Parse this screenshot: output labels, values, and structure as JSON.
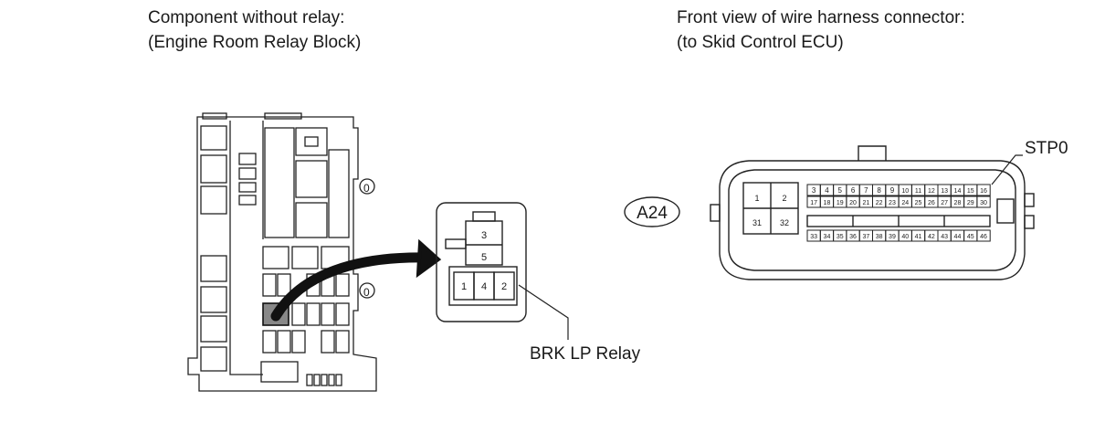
{
  "captions": {
    "left_line1": "Component without relay:",
    "left_line2": "(Engine Room Relay Block)",
    "right_line1": "Front view of wire harness connector:",
    "right_line2": "(to Skid Control ECU)"
  },
  "relay": {
    "label": "BRK LP Relay",
    "top_pins": [
      "3",
      "5"
    ],
    "bottom_pins": [
      "1",
      "4",
      "2"
    ]
  },
  "connector": {
    "code": "A24",
    "terminal_callout": "STP0",
    "large_pins": [
      "1",
      "2",
      "31",
      "32"
    ],
    "row1": [
      "3",
      "4",
      "5",
      "6",
      "7",
      "8",
      "9",
      "10",
      "11",
      "12",
      "13",
      "14",
      "15",
      "16"
    ],
    "row2": [
      "17",
      "18",
      "19",
      "20",
      "21",
      "22",
      "23",
      "24",
      "25",
      "26",
      "27",
      "28",
      "29",
      "30"
    ],
    "row3": [
      "33",
      "34",
      "35",
      "36",
      "37",
      "38",
      "39",
      "40",
      "41",
      "42",
      "43",
      "44",
      "45",
      "46"
    ]
  },
  "relay_block": {
    "marker_left": "0",
    "marker_right": "0"
  }
}
